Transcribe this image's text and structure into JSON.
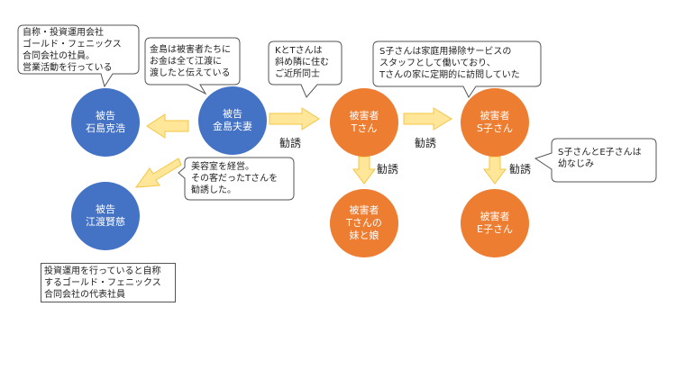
{
  "colors": {
    "defendant": "#4472c4",
    "victim": "#ed7d31",
    "arrow_fill": "#ffe699",
    "arrow_stroke": "#f4c542",
    "callout_border": "#555555"
  },
  "nodes": {
    "ishijima": [
      "被告",
      "石島克浩"
    ],
    "kanejima": [
      "被告",
      "金島夫妻"
    ],
    "etou": [
      "被告",
      "江渡賢慈"
    ],
    "victim_t": [
      "被害者",
      "Tさん"
    ],
    "victim_s": [
      "被害者",
      "S子さん"
    ],
    "victim_sister": [
      "被害者",
      "Tさんの",
      "妹と娘"
    ],
    "victim_e": [
      "被害者",
      "E子さん"
    ]
  },
  "callouts": {
    "ishijima": [
      "自称・投資運用会社",
      "ゴールド・フェニックス",
      "合同会社の社員。",
      "営業活動を行っている"
    ],
    "kanejima": [
      "金島は被害者たちに",
      "お金は全て江渡に",
      "渡したと伝えている"
    ],
    "neighbors": [
      "KとTさんは",
      "斜め隣に住む",
      "ご近所同士"
    ],
    "s_staff": [
      "S子さんは家庭用掃除サービスの",
      "スタッフとして働いており、",
      "Tさんの家に定期的に訪問していた"
    ],
    "salon": [
      "美容室を経営。",
      "その客だったTさんを",
      "勧誘した。"
    ],
    "childhood": [
      "S子さんとE子さんは",
      "幼なじみ"
    ]
  },
  "note": [
    "投資運用を行っていると自称",
    "するゴールド・フェニックス",
    "合同会社の代表社員"
  ],
  "labels": {
    "kanejima_to_t": "勧誘",
    "t_to_s": "勧誘",
    "t_to_sister": "勧誘",
    "s_to_e": "勧誘"
  }
}
